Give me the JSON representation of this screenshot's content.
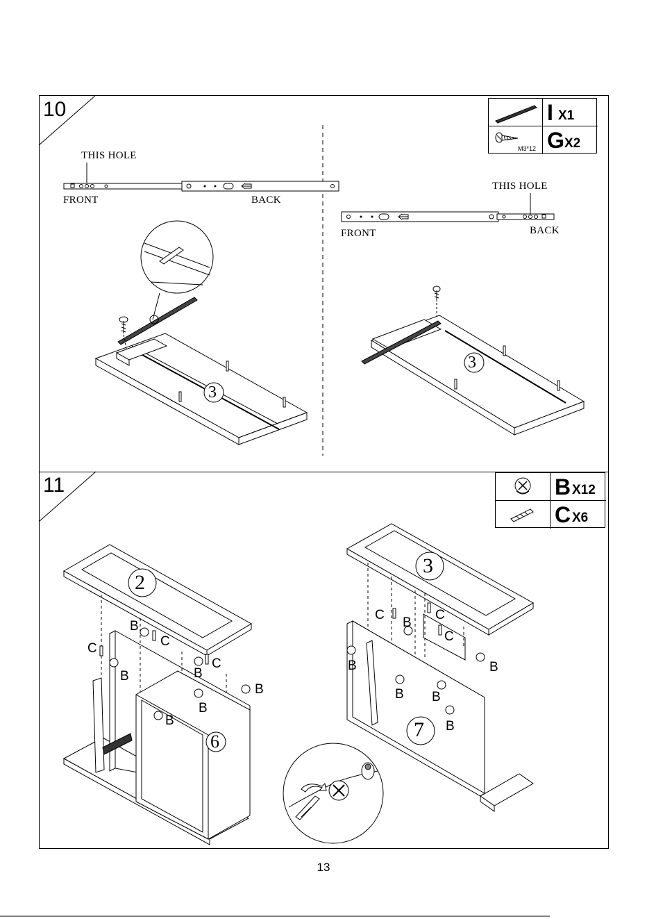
{
  "page_number": "13",
  "step10": {
    "number": "10",
    "parts": [
      {
        "letter": "I",
        "qty": "X1",
        "icon": "rail-icon",
        "code": ""
      },
      {
        "letter": "G",
        "qty": "X2",
        "icon": "screw-icon",
        "code": "M3*12"
      }
    ],
    "left_rail": {
      "hole_label": "THIS HOLE",
      "front": "FRONT",
      "back": "BACK"
    },
    "right_rail": {
      "hole_label": "THIS HOLE",
      "front": "FRONT",
      "back": "BACK"
    },
    "panel_label_left": "3",
    "panel_label_right": "3"
  },
  "step11": {
    "number": "11",
    "parts": [
      {
        "letter": "B",
        "qty": "X12",
        "icon": "cam-lock-icon"
      },
      {
        "letter": "C",
        "qty": "X6",
        "icon": "dowel-icon"
      }
    ],
    "left": {
      "top_panel": "2",
      "side_panel": "6",
      "labels": [
        "B",
        "C",
        "C",
        "B",
        "B",
        "C",
        "B",
        "B",
        "B"
      ]
    },
    "right": {
      "top_panel": "3",
      "side_panel": "7",
      "labels": [
        "C",
        "B",
        "C",
        "C",
        "B",
        "B",
        "B",
        "B",
        "B"
      ]
    }
  }
}
